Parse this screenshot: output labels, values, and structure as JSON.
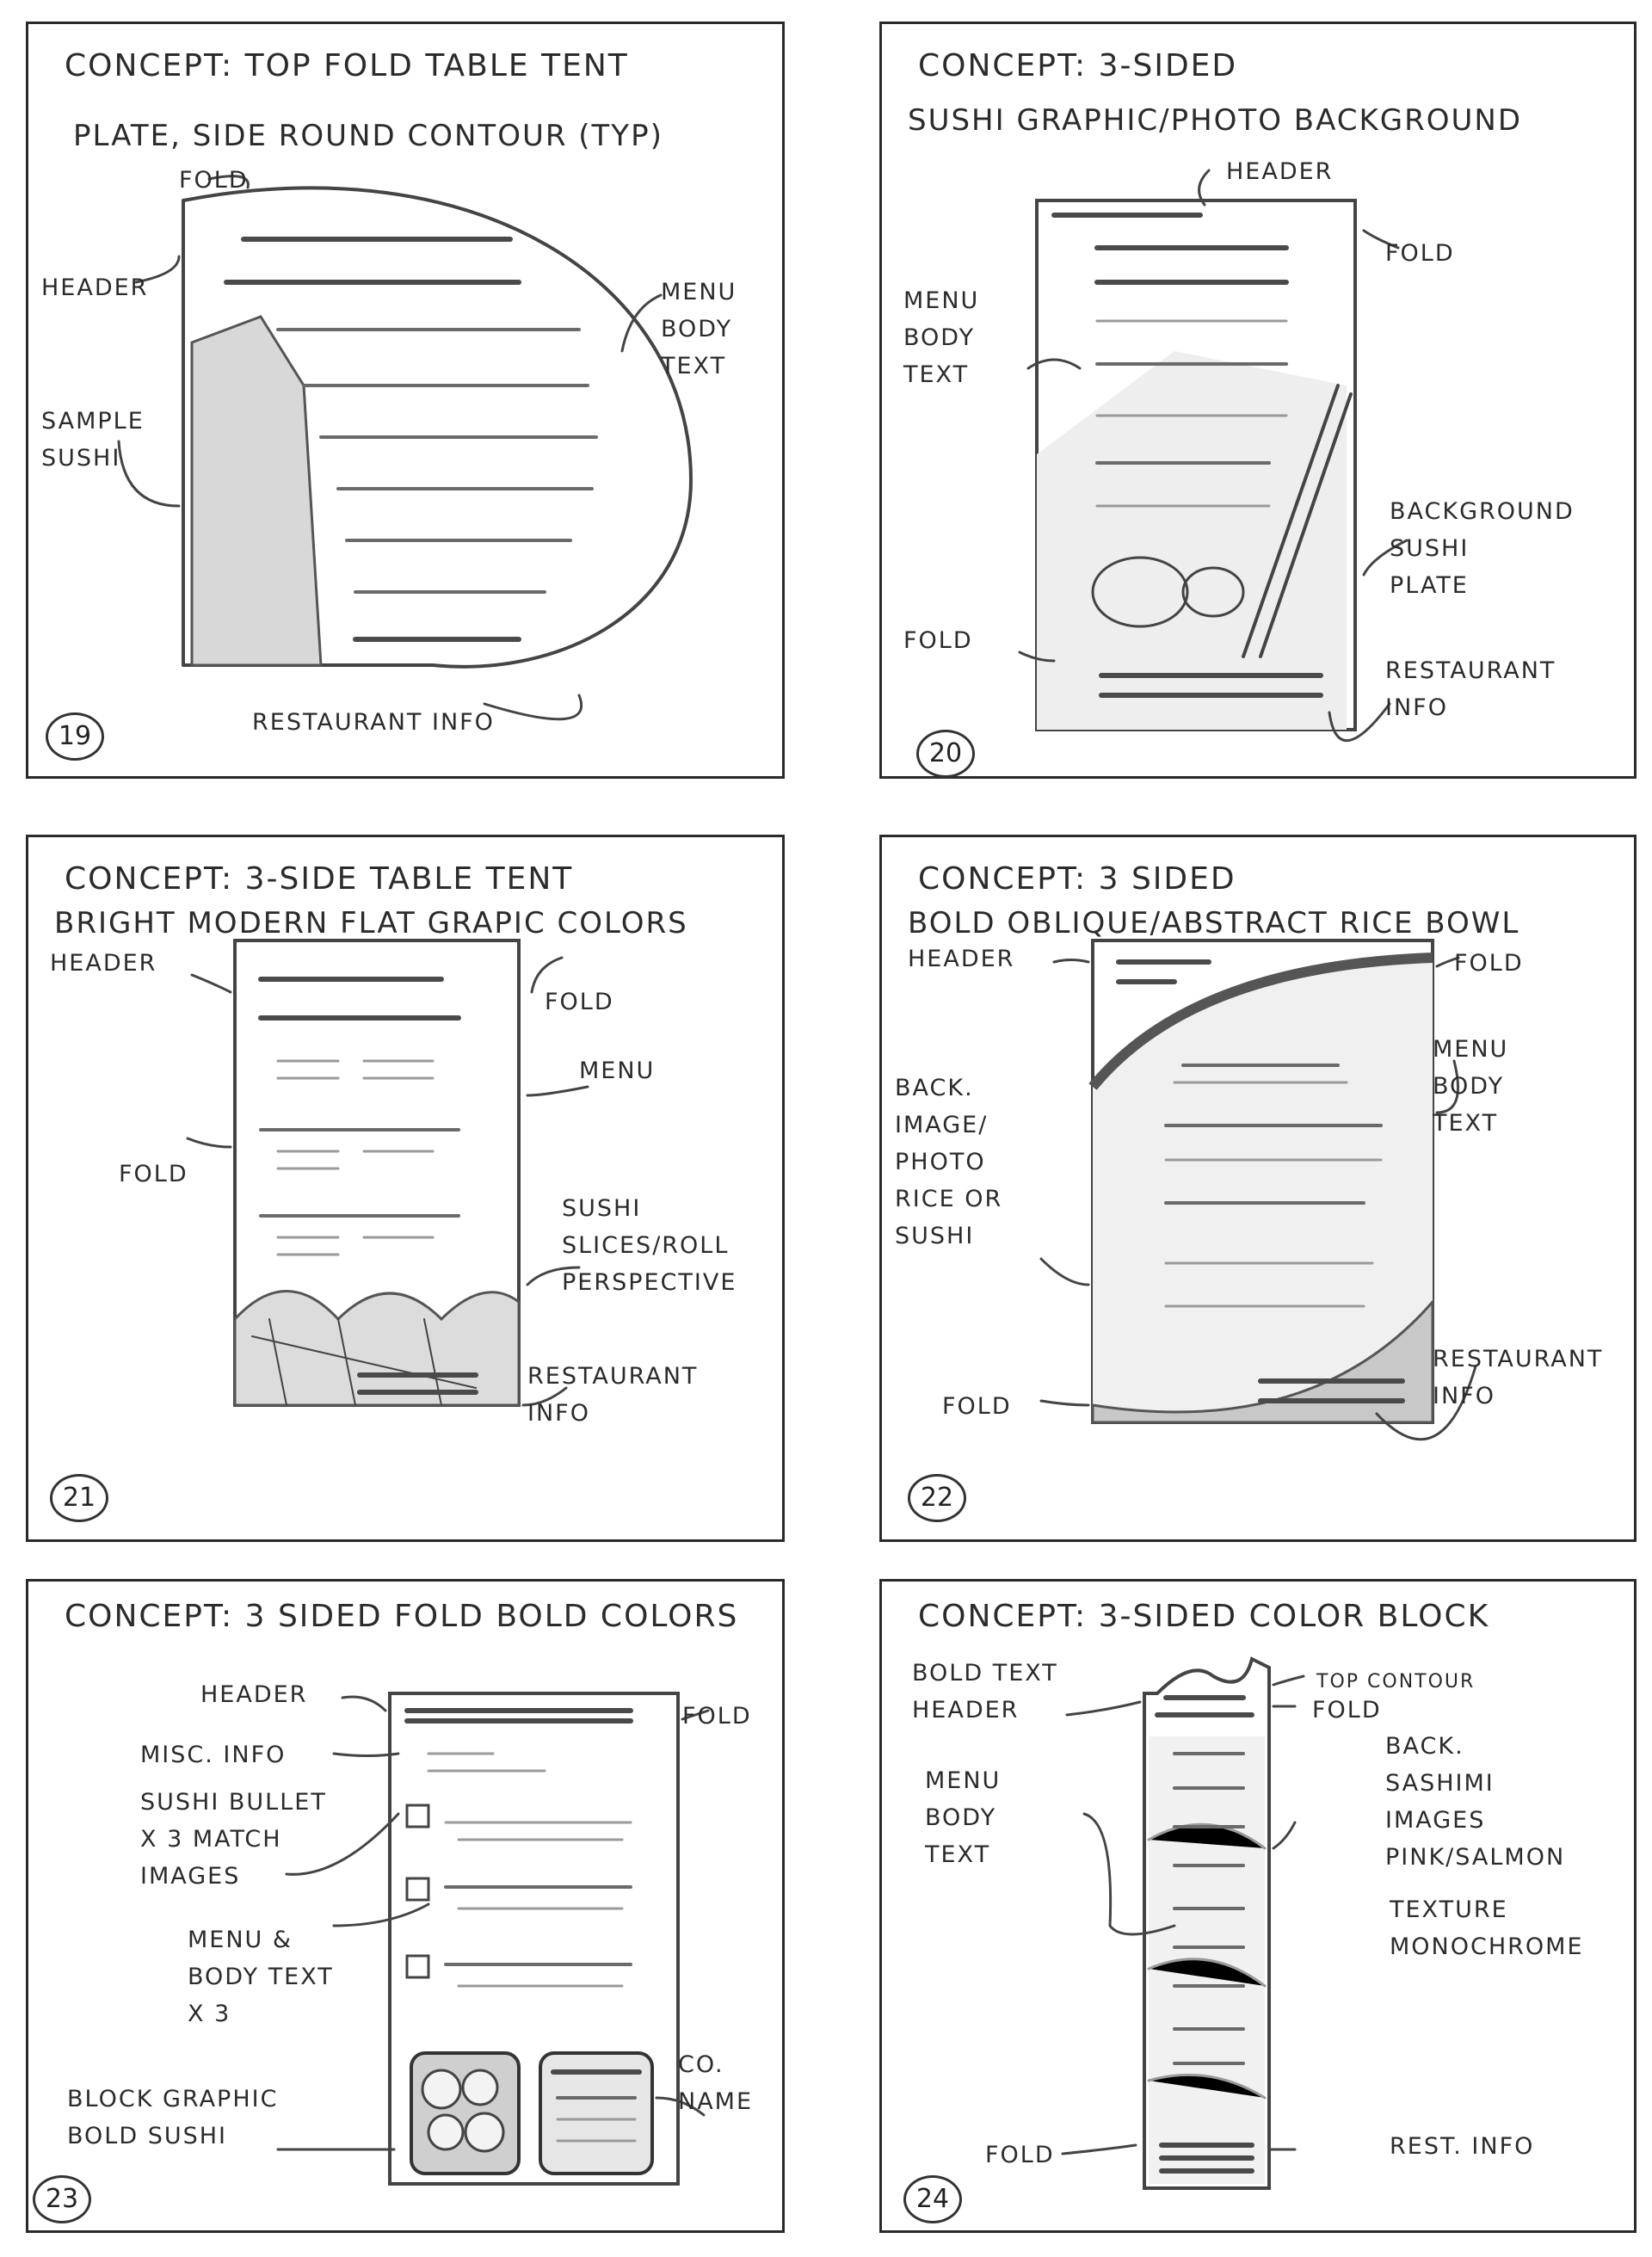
{
  "panels": [
    {
      "number": "19",
      "title": "CONCEPT: TOP FOLD TABLE TENT",
      "subtitle": "PLATE, SIDE ROUND CONTOUR (TYP)",
      "labels": {
        "fold": "FOLD",
        "header": "HEADER",
        "menu_body": "MENU\nBODY\nTEXT",
        "sample_sushi": "SAMPLE\nSUSHI",
        "restaurant_info": "RESTAURANT INFO"
      }
    },
    {
      "number": "20",
      "title": "CONCEPT: 3-SIDED",
      "subtitle": "SUSHI GRAPHIC/PHOTO BACKGROUND",
      "labels": {
        "header": "HEADER",
        "fold_top": "FOLD",
        "menu_body": "MENU\nBODY\nTEXT",
        "background": "BACKGROUND\nSUSHI\nPLATE",
        "fold_bottom": "FOLD",
        "restaurant_info": "RESTAURANT\nINFO"
      }
    },
    {
      "number": "21",
      "title": "CONCEPT: 3-SIDE TABLE TENT",
      "subtitle": "BRIGHT MODERN FLAT GRAPIC COLORS",
      "labels": {
        "header": "HEADER",
        "fold_top": "FOLD",
        "menu": "MENU",
        "fold_side": "FOLD",
        "sushi": "SUSHI\nSLICES/ROLL\nPERSPECTIVE",
        "restaurant_info": "RESTAURANT\nINFO"
      }
    },
    {
      "number": "22",
      "title": "CONCEPT: 3 SIDED",
      "subtitle": "BOLD OBLIQUE/ABSTRACT RICE BOWL",
      "labels": {
        "header": "HEADER",
        "fold_top": "FOLD",
        "menu_body": "MENU\nBODY\nTEXT",
        "back_image": "BACK.\nIMAGE/\nPHOTO\nRICE OR\nSUSHI",
        "restaurant_info": "RESTAURANT\nINFO",
        "fold_bottom": "FOLD"
      }
    },
    {
      "number": "23",
      "title": "CONCEPT: 3 SIDED FOLD BOLD COLORS",
      "subtitle": "",
      "labels": {
        "header": "HEADER",
        "fold": "FOLD",
        "misc_info": "MISC. INFO",
        "sushi_bullet": "SUSHI BULLET\nX 3 MATCH\nIMAGES",
        "menu_body": "MENU &\nBODY TEXT\nX 3",
        "block_graphic": "BLOCK GRAPHIC\nBOLD SUSHI",
        "co_name": "CO.\nNAME"
      }
    },
    {
      "number": "24",
      "title": "CONCEPT: 3-SIDED COLOR BLOCK",
      "subtitle": "",
      "labels": {
        "bold_text_header": "BOLD TEXT\nHEADER",
        "top_contour": "TOP CONTOUR",
        "fold_top": "FOLD",
        "back_sashimi": "BACK.\nSASHIMI\nIMAGES\nPINK/SALMON",
        "menu_body": "MENU\nBODY\nTEXT",
        "texture": "TEXTURE\nMONOCHROME",
        "fold_bottom": "FOLD",
        "rest_info": "REST. INFO"
      }
    }
  ]
}
